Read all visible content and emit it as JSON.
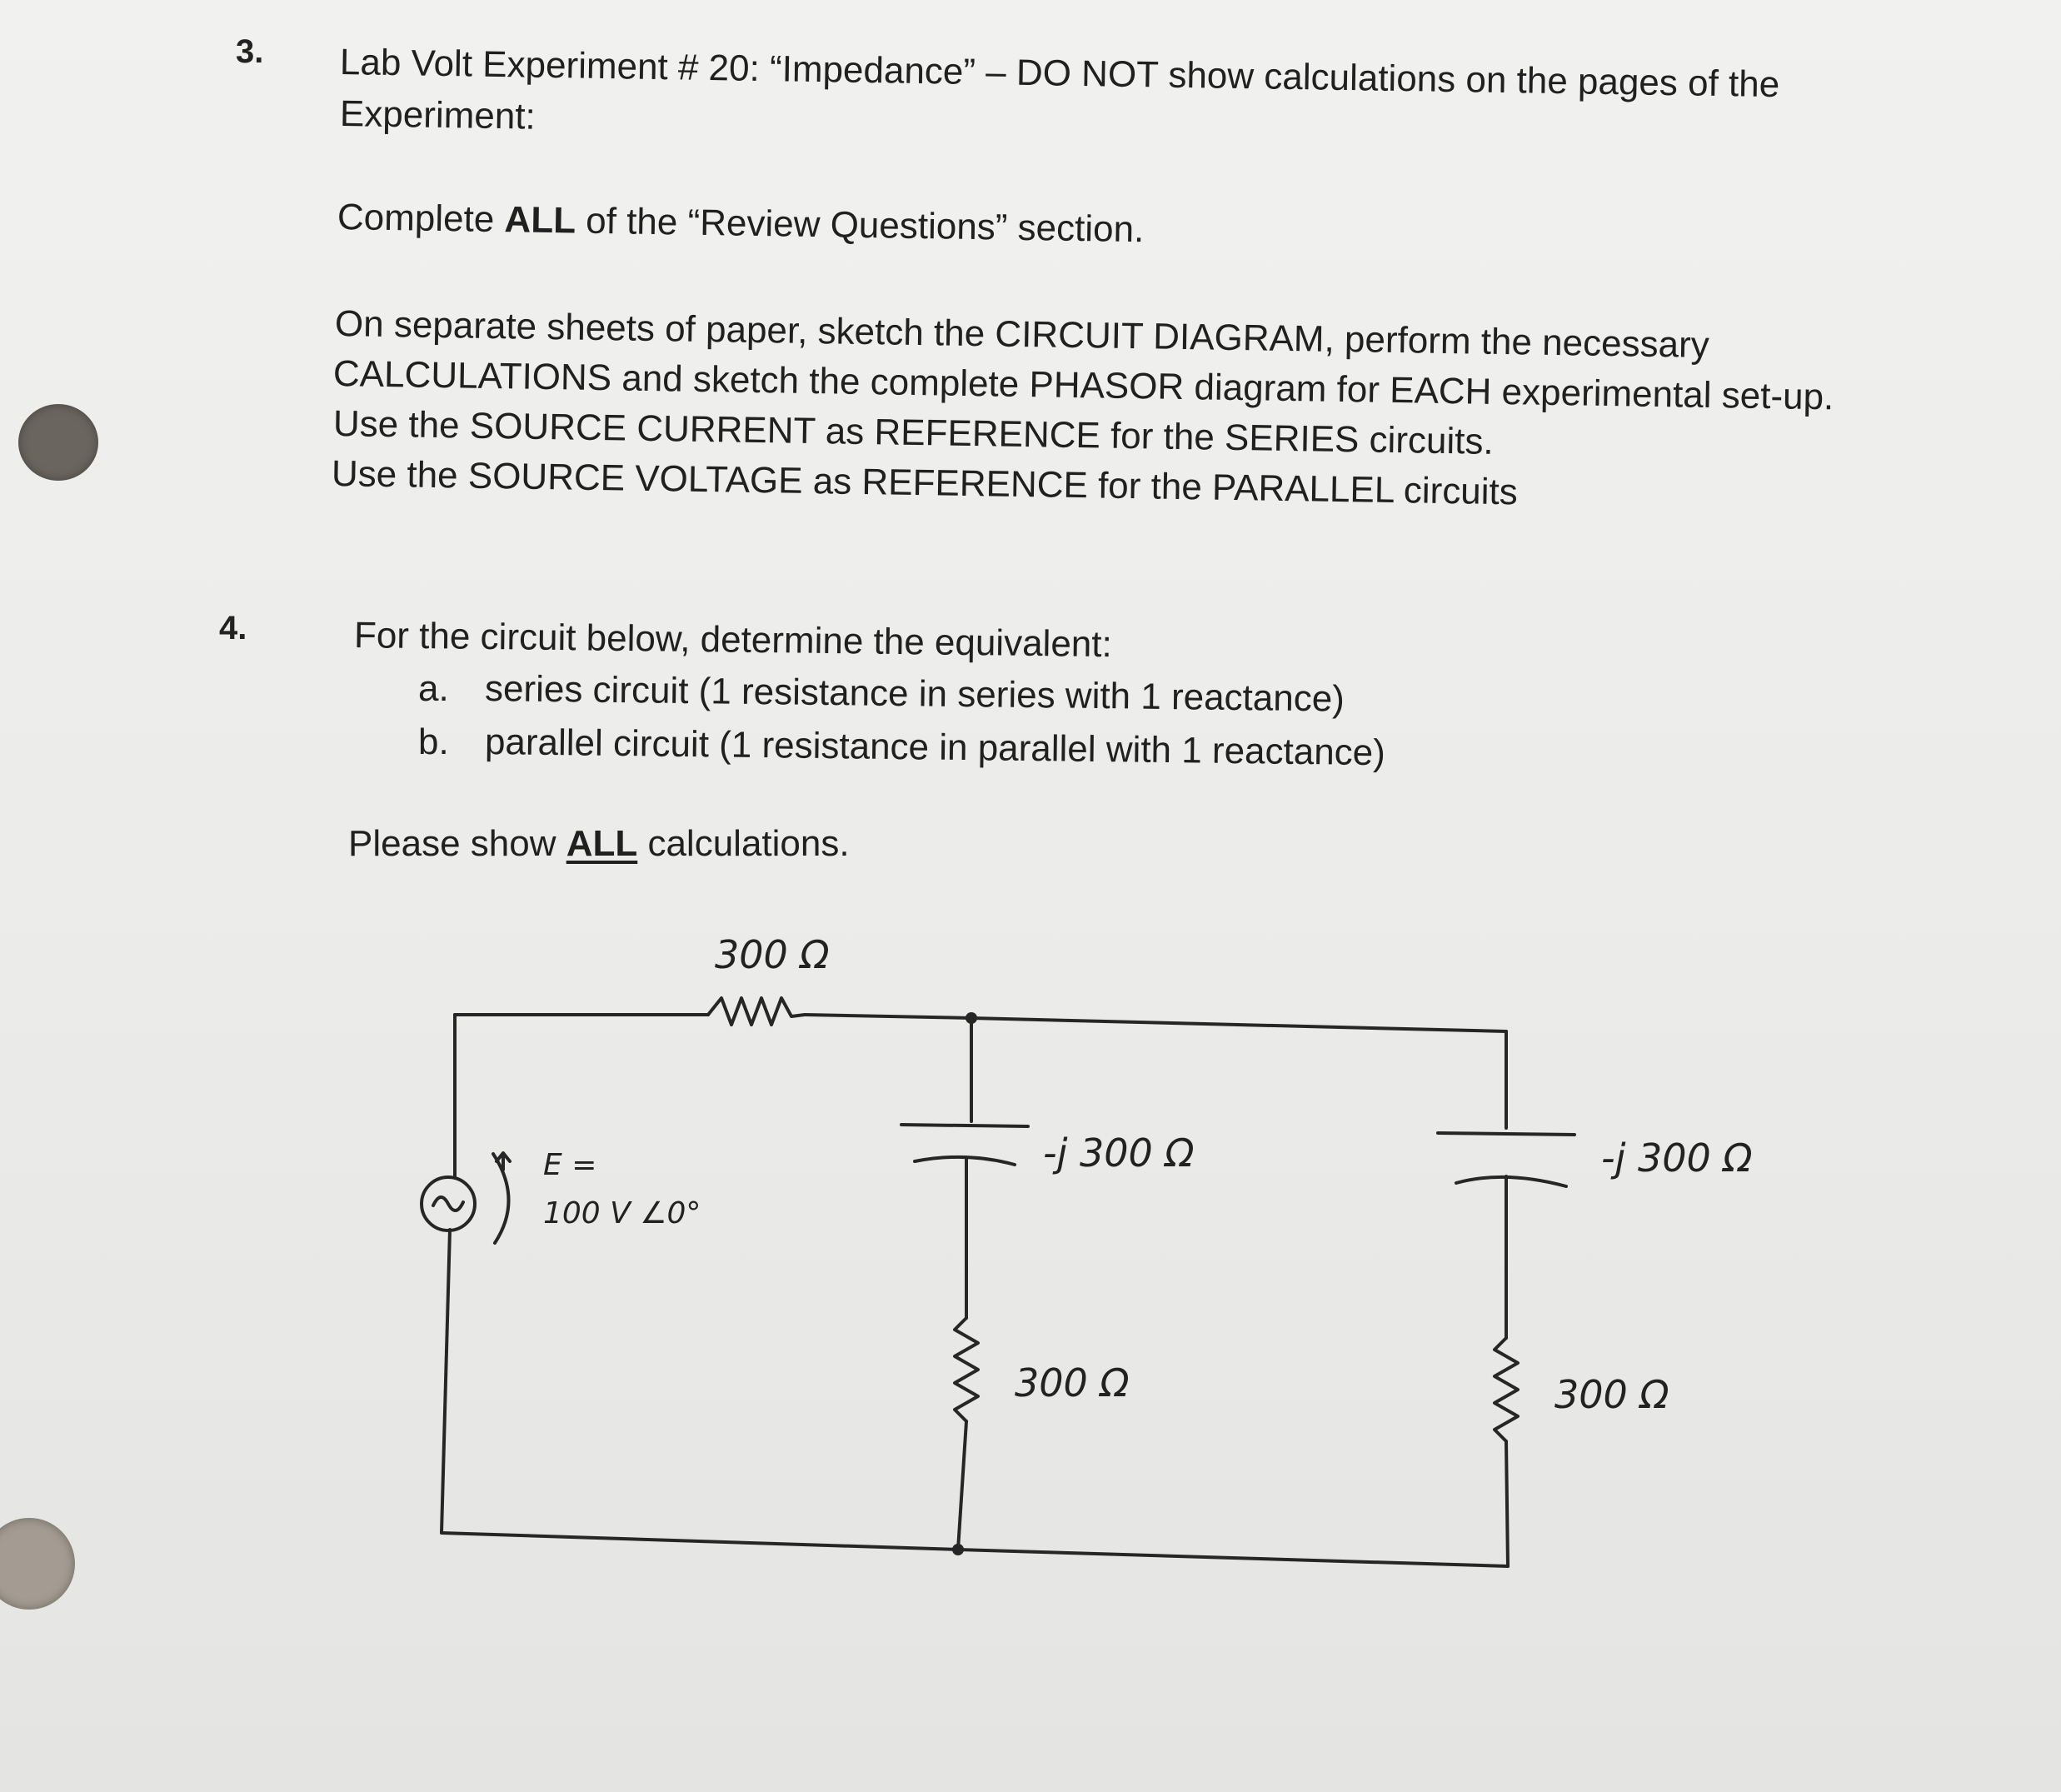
{
  "q3": {
    "number": "3.",
    "title_a": "Lab Volt Experiment # 20: “Impedance” – DO NOT show calculations on the pages of the",
    "title_b": "Experiment:",
    "review_pre": "Complete ",
    "review_bold": "ALL",
    "review_post": " of the “Review Questions” section.",
    "para_1": "On separate sheets of paper, sketch the CIRCUIT DIAGRAM, perform the necessary",
    "para_2": "CALCULATIONS and sketch the complete PHASOR diagram for EACH experimental set-up.",
    "para_3": "Use the SOURCE CURRENT as REFERENCE for the SERIES circuits.",
    "para_4": "Use the SOURCE VOLTAGE as REFERENCE for the PARALLEL circuits"
  },
  "q4": {
    "number": "4.",
    "intro": "For the circuit below, determine the equivalent:",
    "items": [
      {
        "marker": "a.",
        "text": "series circuit (1 resistance in series with 1 reactance)"
      },
      {
        "marker": "b.",
        "text": "parallel circuit (1 resistance in parallel with 1 reactance)"
      }
    ],
    "show_pre": "Please show ",
    "show_bold": "ALL",
    "show_post": " calculations."
  },
  "circuit": {
    "series_resistor": "300 Ω",
    "source_label_1": "E =",
    "source_label_2": "100 V ∠0°",
    "branch1_capacitor": "-j 300 Ω",
    "branch1_resistor": "300 Ω",
    "branch2_capacitor": "-j 300 Ω",
    "branch2_resistor": "300 Ω"
  }
}
